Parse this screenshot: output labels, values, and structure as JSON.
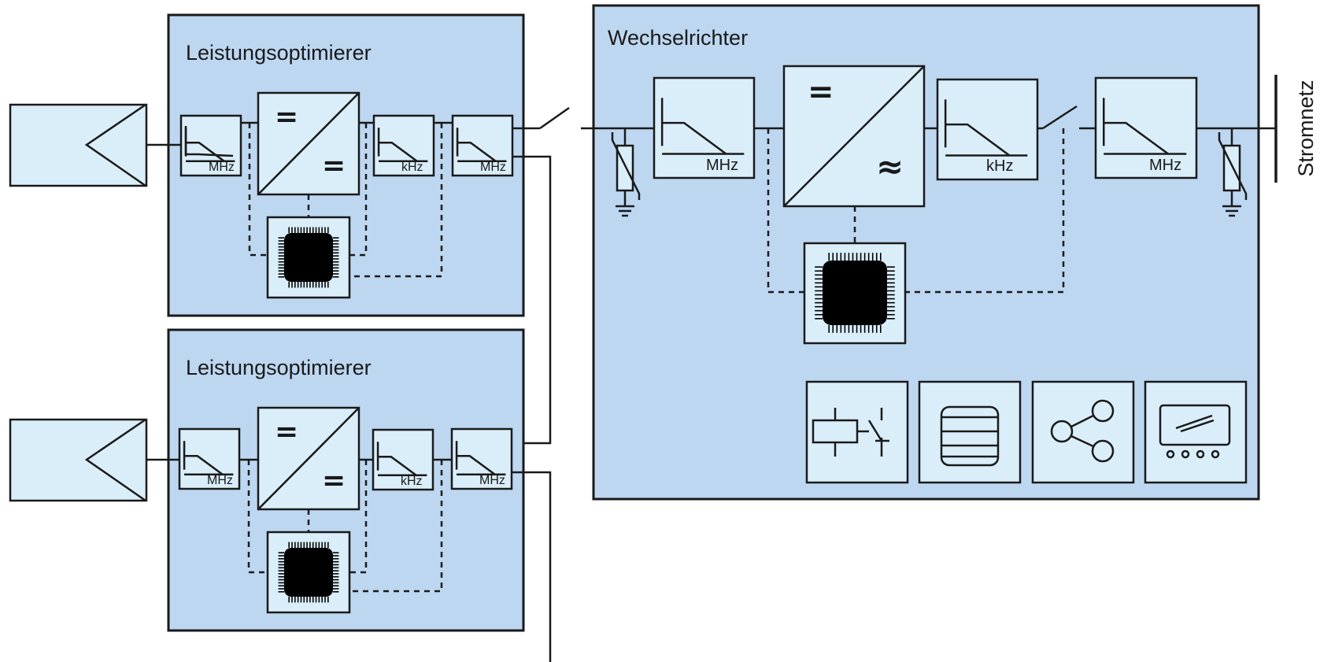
{
  "optimizer_1": {
    "title": "Leistungsoptimierer",
    "filter_in": "MHz",
    "converter_in": "=",
    "converter_out": "=",
    "filter_mid": "kHz",
    "filter_out": "MHz",
    "controller_icon": "chip-icon"
  },
  "optimizer_2": {
    "title": "Leistungsoptimierer",
    "filter_in": "MHz",
    "converter_in": "=",
    "converter_out": "=",
    "filter_mid": "kHz",
    "filter_out": "MHz",
    "controller_icon": "chip-icon"
  },
  "inverter": {
    "title": "Wechselrichter",
    "filter_in": "MHz",
    "converter_in": "=",
    "converter_out": "≈",
    "filter_mid": "kHz",
    "filter_out": "MHz",
    "controller_icon": "chip-icon",
    "function_icons": [
      "relay-icon",
      "database-icon",
      "share-icon",
      "display-icon"
    ]
  },
  "grid_label": "Stromnetz",
  "colors": {
    "panel": "#bdd7f1",
    "component": "#daeefa",
    "line": "#1a1a1a"
  }
}
